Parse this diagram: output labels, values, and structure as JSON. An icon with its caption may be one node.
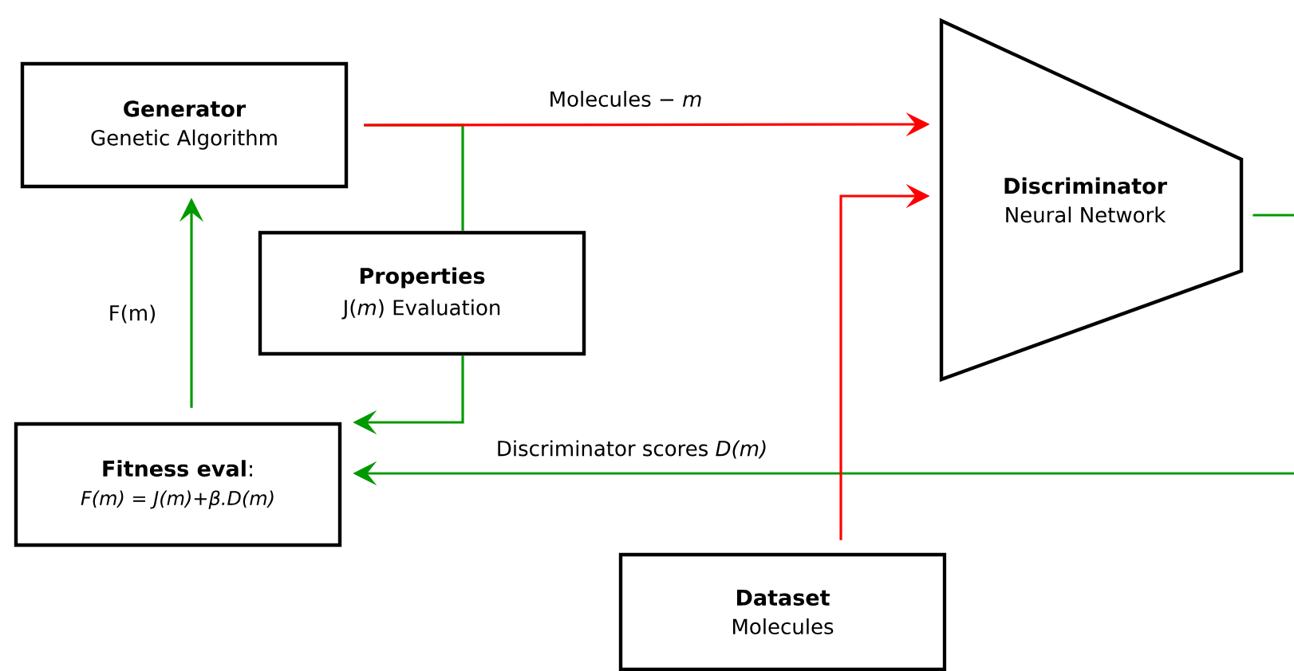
{
  "diagram": {
    "nodes": [
      {
        "text": [
          "Generator",
          "Genetic Algorithm"
        ]
      },
      {
        "text": [
          "Properties",
          "J(*m*) Evaluation"
        ]
      },
      {
        "text": [
          "**Fitness eval**:",
          "F(m) = J(m)+β.D(m)"
        ]
      },
      {
        "text": [
          "Discriminator",
          "Neural Network"
        ]
      },
      {
        "text": [
          "Dataset",
          "Molecules"
        ]
      }
    ],
    "edges": [
      {
        "from": 0,
        "to": 3,
        "arrow": "to",
        "label": "Molecules − *m*",
        "color": "#ff0000"
      },
      {
        "from": 0,
        "to": 1,
        "arrow": "none"
      },
      {
        "from": 1,
        "to": 2,
        "arrow": "to"
      },
      {
        "from": 2,
        "to": 0,
        "arrow": "to",
        "label": "F(m)"
      },
      {
        "from": 3,
        "to": null,
        "arrow": "none"
      },
      {
        "from": null,
        "to": 2,
        "arrow": "to",
        "label": "Discriminator scores *D(m)*"
      },
      {
        "from": 4,
        "to": 3,
        "arrow": "to",
        "color": "#ff0000"
      }
    ]
  }
}
